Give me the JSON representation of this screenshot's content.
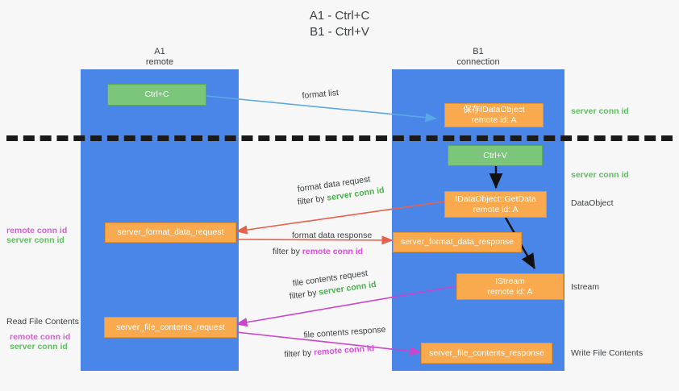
{
  "title": "A1 - Ctrl+C\nB1 - Ctrl+V",
  "lanes": [
    {
      "name": "A1",
      "sub": "remote"
    },
    {
      "name": "B1",
      "sub": "connection"
    }
  ],
  "nodes": {
    "ctrl_c": {
      "line1": "Ctrl+C",
      "line2": ""
    },
    "idataobject_store": {
      "line1": "保存IDataObject",
      "line2": "remote id: A"
    },
    "ctrl_v": {
      "line1": "Ctrl+V",
      "line2": ""
    },
    "getdata": {
      "line1": "IDataObject::GetData",
      "line2": "remote id: A"
    },
    "istream": {
      "line1": "IStream",
      "line2": "remote id: A"
    },
    "server_format_data_request": {
      "line1": "server_format_data_request",
      "line2": ""
    },
    "server_format_data_response": {
      "line1": "server_format_data_response",
      "line2": ""
    },
    "server_file_contents_request": {
      "line1": "server_file_contents_request",
      "line2": ""
    },
    "server_file_contents_response": {
      "line1": "server_file_contents_response",
      "line2": ""
    }
  },
  "right_labels": {
    "server_conn_id_top": "server conn id",
    "server_conn_id_mid": "server conn id",
    "dataobject": "DataObject",
    "istream": "Istream",
    "write_file_contents": "Write File Contents"
  },
  "left_labels": {
    "remote_conn_id_1": "remote conn id",
    "server_conn_id_1": "server conn id",
    "read_file_contents": "Read File Contents",
    "remote_conn_id_2": "remote conn id",
    "server_conn_id_2": "server conn id"
  },
  "annotations": {
    "format_list": "format list",
    "format_data_request": "format data request",
    "format_data_request_filter_pre": "filter by ",
    "format_data_request_filter_key": "server conn id",
    "format_data_response": "format data response",
    "format_data_response_filter_pre": "filter by ",
    "format_data_response_filter_key": "remote conn id",
    "file_contents_request": "file contents request",
    "file_contents_request_filter_pre": "filter by ",
    "file_contents_request_filter_key": "server conn id",
    "file_contents_response": "file contents response",
    "file_contents_response_filter_pre": "filter by ",
    "file_contents_response_filter_key": "remote conn id"
  },
  "colors": {
    "lane": "#4a86e8",
    "green_node": "#7bc67b",
    "orange_node": "#f9a94e",
    "server_conn_id": "#4caf50",
    "remote_conn_id": "#d94fd9",
    "divider": "#1a1a1a",
    "arrow_blue": "#5aa9e6",
    "arrow_red": "#e8604c",
    "arrow_magenta": "#cc44cc",
    "arrow_black": "#000000"
  }
}
